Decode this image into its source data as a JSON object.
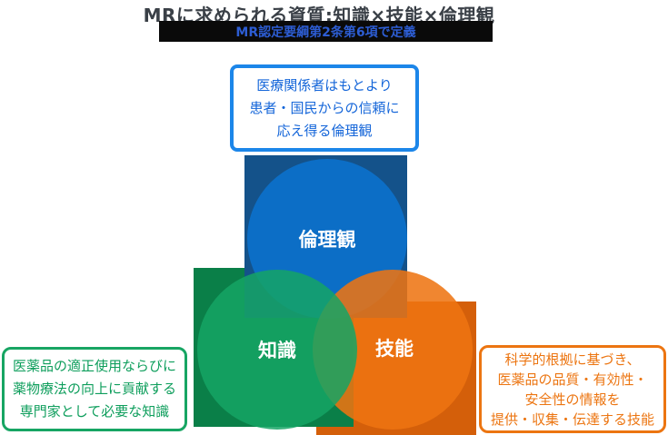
{
  "header": {
    "title": "MRに求められる資質:知識×技能×倫理観",
    "subtitle": "MR認定要綱第2条第6項で定義",
    "title_color": "#3a4047",
    "subtitle_bar_color": "#0a0a0a",
    "subtitle_text_color": "#2d5dd3"
  },
  "venn": {
    "circles": [
      {
        "id": "ethics",
        "label": "倫理観",
        "color": "#0c6ec6",
        "shadow_color": "#14528a"
      },
      {
        "id": "knowledge",
        "label": "知識",
        "color": "#15a565",
        "shadow_color": "#0a7f48"
      },
      {
        "id": "skill",
        "label": "技能",
        "color": "#f07612",
        "shadow_color": "#d45f0a"
      }
    ]
  },
  "callouts": {
    "ethics": {
      "border_color": "#1c86e9",
      "text_color": "#1566d9",
      "lines": [
        "医療関係者はもとより",
        "患者・国民からの信頼に",
        "応え得る倫理観"
      ]
    },
    "knowledge": {
      "border_color": "#17a563",
      "text_color": "#0e9e5c",
      "lines": [
        "医薬品の適正使用ならびに",
        "薬物療法の向上に貢献する",
        "専門家として必要な知識"
      ]
    },
    "skill": {
      "border_color": "#ec7511",
      "text_color": "#ec7511",
      "lines": [
        "科学的根拠に基づき、",
        "医薬品の品質・有効性・",
        "安全性の情報を",
        "提供・収集・伝達する技能"
      ]
    }
  }
}
